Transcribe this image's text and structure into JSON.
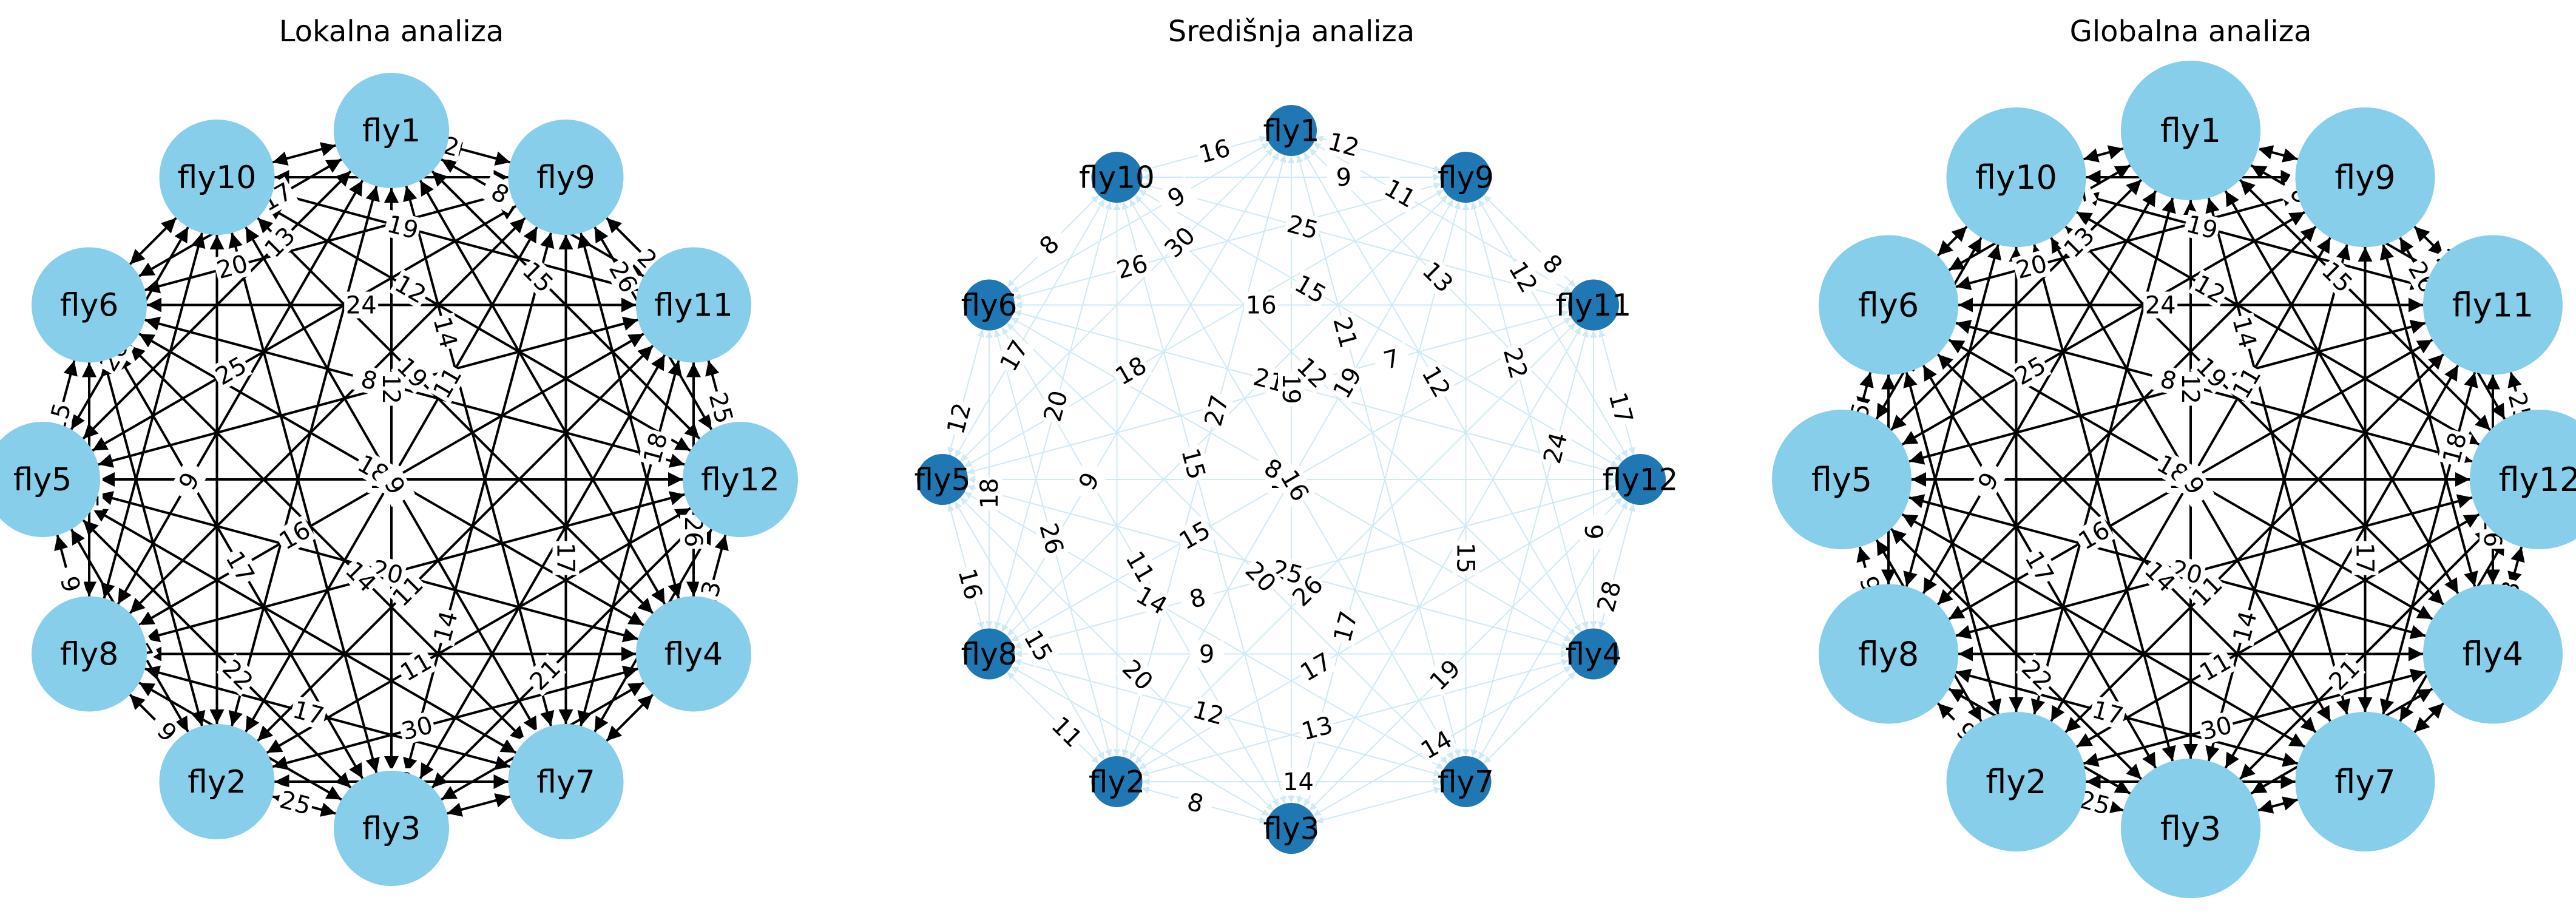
{
  "figure": {
    "panels": [
      {
        "title": "Lokalna analiza",
        "nodes": [
          "fly1",
          "fly9",
          "fly11",
          "fly12",
          "fly4",
          "fly7",
          "fly3",
          "fly2",
          "fly8",
          "fly5",
          "fly6",
          "fly10"
        ],
        "edge_weights": [
          12,
          9,
          17,
          25,
          24,
          16,
          20,
          14,
          9,
          15,
          14,
          20,
          25,
          11,
          21,
          8,
          19,
          22,
          9,
          8,
          13,
          14,
          26,
          19,
          8,
          18,
          9,
          27,
          26,
          12,
          26,
          20,
          16,
          11,
          30,
          17,
          17,
          15,
          15,
          17,
          11,
          18,
          13,
          12,
          19,
          25
        ]
      },
      {
        "title": "Središnja analiza",
        "nodes": [
          "fly1",
          "fly9",
          "fly11",
          "fly12",
          "fly4",
          "fly7",
          "fly3",
          "fly2",
          "fly8",
          "fly5",
          "fly6",
          "fly10"
        ],
        "edge_weights": [
          12,
          9,
          15,
          17,
          16,
          17,
          25,
          20,
          11,
          12,
          21,
          8,
          18,
          26,
          19,
          14,
          14,
          20,
          16,
          11,
          30,
          17,
          9,
          25,
          21,
          8,
          16,
          15,
          17,
          19,
          12,
          26,
          15,
          17,
          13,
          12,
          11,
          18,
          13,
          9,
          19,
          24,
          28,
          15,
          12,
          8,
          26,
          8,
          27,
          22,
          9,
          7,
          8,
          9,
          14,
          15,
          20,
          12,
          16
        ]
      },
      {
        "title": "Globalna analiza",
        "nodes": [
          "fly1",
          "fly9",
          "fly11",
          "fly12",
          "fly4",
          "fly7",
          "fly3",
          "fly2",
          "fly8",
          "fly5",
          "fly6",
          "fly10"
        ],
        "edge_weights": [
          12,
          9,
          17,
          25,
          24,
          16,
          20,
          14,
          9,
          15,
          14,
          20,
          25,
          11,
          21,
          8,
          19,
          22,
          9,
          8,
          13,
          14,
          26,
          19,
          8,
          18,
          9,
          27,
          26,
          12,
          26,
          20,
          16,
          11,
          30,
          17,
          17,
          15,
          15,
          17,
          11,
          18,
          13,
          12,
          19,
          25
        ]
      }
    ],
    "colors": {
      "node_light": "#87ceeb",
      "node_dark": "#1f77b4",
      "edge_dark": "#000000",
      "edge_light": "#cfe9f5"
    }
  }
}
